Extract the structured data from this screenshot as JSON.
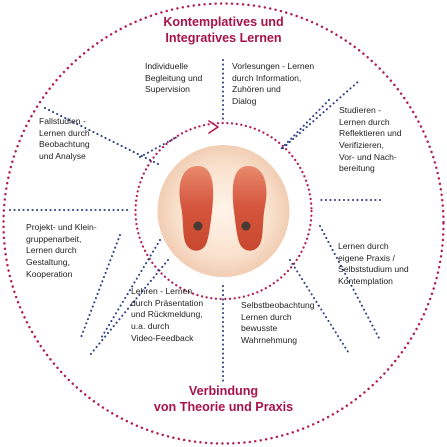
{
  "title_top": "Kontemplatives und\nIntegratives Lernen",
  "title_bottom": "Verbindung\nvon Theorie und Praxis",
  "colors": {
    "accent": "#a8124a",
    "outer_dots": "#b01b52",
    "inner_dots": "#2a3f86",
    "disc": "#fbe6d4",
    "feet": "#d8573e"
  },
  "segments": [
    {
      "id": "individuelle",
      "text": "Individuelle\nBegleitung und\nSupervision"
    },
    {
      "id": "vorlesungen",
      "text": "Vorlesungen - Lernen\ndurch Information,\nZuhören und\nDialog"
    },
    {
      "id": "studieren",
      "text": "Studieren -\nLernen durch\nReflektieren und\nVerifizieren,\nVor- und Nach-\nbereitung"
    },
    {
      "id": "eigene-praxis",
      "text": "Lernen durch\neigene Praxis /\nSelbststudium und\nKontemplation"
    },
    {
      "id": "selbstbeobachtung",
      "text": "Selbstbeobachtung -\nLernen durch\nbewusste\nWahrnehmung"
    },
    {
      "id": "lehren",
      "text": "Lehren - Lernen\ndurch Präsentation\nund Rückmeldung,\nu.a. durch\nVideo-Feedback"
    },
    {
      "id": "projekt",
      "text": "Projekt- und Klein-\ngruppenarbeit,\nLernen durch\nGestaltung,\nKooperation"
    },
    {
      "id": "fallstudien",
      "text": "Fallstudien -\nLernen durch\nBeobachtung\nund Analyse"
    }
  ],
  "center_image": "feet-icon"
}
